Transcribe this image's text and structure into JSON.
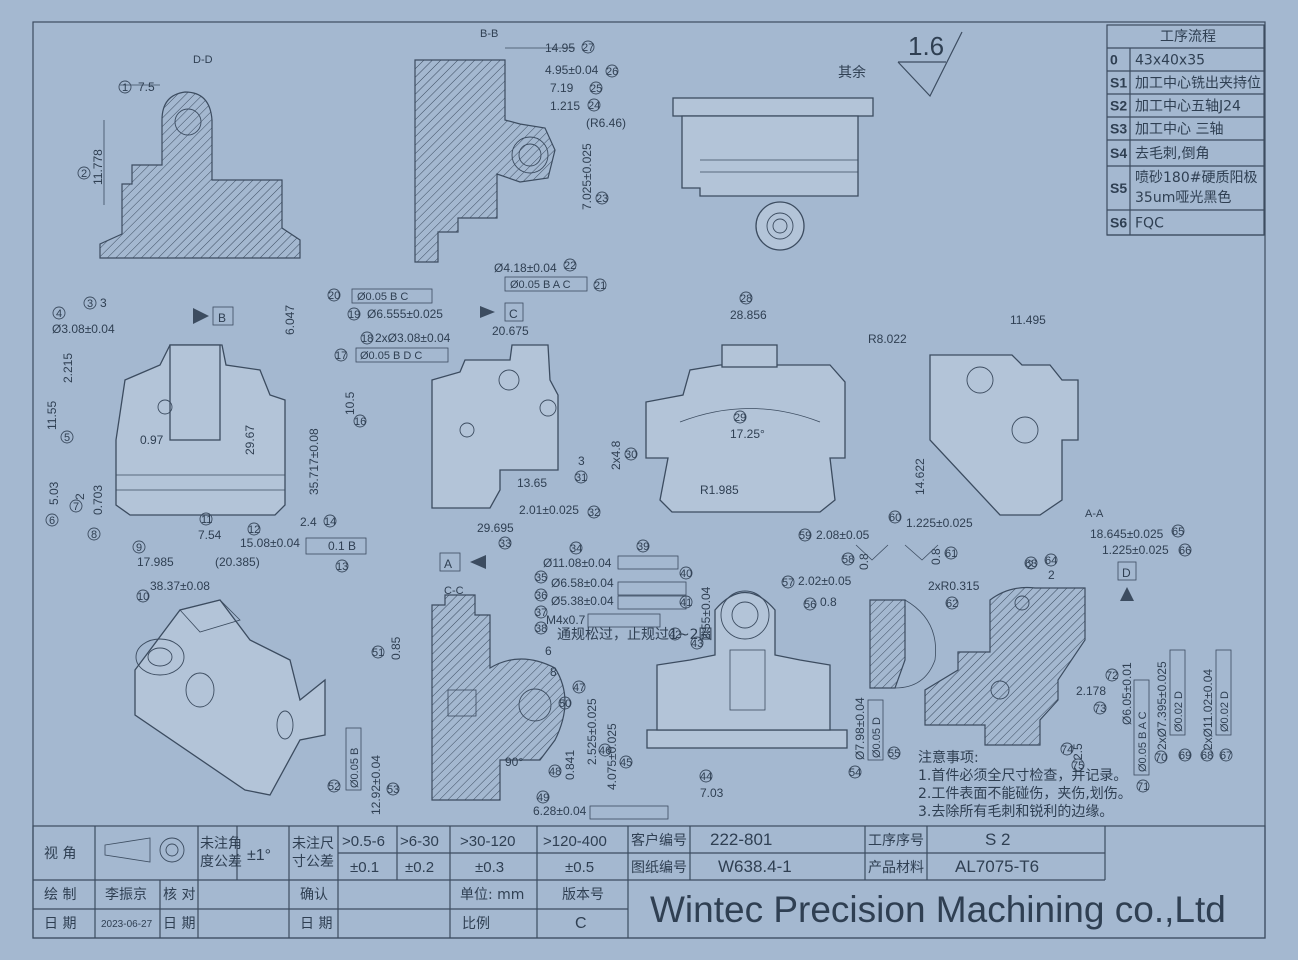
{
  "views": {
    "dd": "D-D",
    "bb": "B-B",
    "cc": "C-C",
    "aa": "A-A"
  },
  "roughness": {
    "prefix": "其余",
    "value": "1.6"
  },
  "process": {
    "title": "工序流程",
    "steps": [
      {
        "code": "0",
        "text": "43x40x35"
      },
      {
        "code": "S1",
        "text": "加工中心铣出夹持位"
      },
      {
        "code": "S2",
        "text": "加工中心五轴J24"
      },
      {
        "code": "S3",
        "text": "加工中心  三轴"
      },
      {
        "code": "S4",
        "text": "去毛刺,倒角"
      },
      {
        "code": "S5",
        "text": "喷砂180#硬质阳极",
        "text2": "35um哑光黑色"
      },
      {
        "code": "S6",
        "text": "FQC"
      }
    ]
  },
  "dims": {
    "d1": "7.5",
    "d2": "11.778",
    "d27": "14.95",
    "d26": "4.95±0.04",
    "d25": "7.19",
    "d24": "1.215",
    "r646": "(R6.46)",
    "d23": "7.025±0.025",
    "d22": "Ø4.18±0.04",
    "d21": "Ø0.05 B A C",
    "d20": "Ø0.05 B C",
    "d19": "Ø6.555±0.025",
    "d3": "3",
    "d4": "Ø3.08±0.04",
    "d6047": "6.047",
    "d2215": "2.215",
    "d1155": "11.55",
    "d097": "0.97",
    "d2967": "29.67",
    "d35717": "35.717±0.08",
    "d503": "5.03",
    "d2v": "2",
    "d0703": "0.703",
    "d754": "7.54",
    "d24b": "2.4",
    "d1508": "15.08±0.04",
    "d01b": "0.1 B",
    "d17985": "17.985",
    "d20385": "(20.385)",
    "d3837": "38.37±0.08",
    "d18": "2xØ3.08±0.04",
    "d17": "Ø0.05 B D C",
    "d20675": "20.675",
    "d105": "10.5",
    "d1365": "13.65",
    "d2x48": "2x4.8",
    "d201": "2.01±0.025",
    "d29695": "29.695",
    "d28856": "28.856",
    "d1725": "17.25°",
    "r1985": "R1.985",
    "r8022": "R8.022",
    "d11495": "11.495",
    "d14622": "14.622",
    "d208": "2.08±0.05",
    "d1225a": "1.225±0.025",
    "d08a": "0.8",
    "d08b": "0.8",
    "d202": "2.02±0.05",
    "d2xr": "2xR0.315",
    "d08c": "0.8",
    "d18645": "18.645±0.025",
    "d1225b": "1.225±0.025",
    "d2a": "2",
    "d2b": "2",
    "d2178": "2.178",
    "d25v": "2.5",
    "d605": "Ø6.05±0.01",
    "d005bac": "Ø0.05 B A C",
    "d7395": "2xØ7.395±0.025",
    "d002d": "Ø0.02 D",
    "d1102": "2xØ11.02±0.04",
    "d002d2": "Ø0.02 D",
    "d1108": "Ø11.08±0.04",
    "d658": "Ø6.58±0.04",
    "d538": "Ø5.38±0.04",
    "dm4": "M4x0.7",
    "dm4note": "通规松过，止规过1~2圈",
    "d085": "0.85",
    "d6": "6",
    "d8": "8",
    "d2525": "2.525±0.025",
    "d4075": "4.075±0.025",
    "d90": "90°",
    "d0841": "0.841",
    "d628": "6.28±0.04",
    "d1292": "12.92±0.04",
    "d005b": "Ø0.05 B",
    "d255": "2.55±0.04",
    "d703": "7.03",
    "d798": "Ø7.98±0.04",
    "d005d": "Ø0.05 D"
  },
  "notes": {
    "title": "注意事项:",
    "items": [
      "1.首件必须全尺寸检查，并记录。",
      "2.工件表面不能碰伤，夹伤,划伤。",
      "3.去除所有毛刺和锐利的边缘。"
    ]
  },
  "titleblock": {
    "view_angle": "视  角",
    "angle_tol_label": "未注角\n度公差",
    "angle_tol_value": "±1°",
    "size_tol_label": "未注尺\n寸公差",
    "ranges": [
      ">0.5-6",
      ">6-30",
      ">30-120",
      ">120-400"
    ],
    "tols": [
      "±0.1",
      "±0.2",
      "±0.3",
      "±0.5"
    ],
    "customer_no_label": "客户编号",
    "customer_no": "222-801",
    "drawing_no_label": "图纸编号",
    "drawing_no": "W638.4-1",
    "process_no_label": "工序序号",
    "process_no": "S 2",
    "material_label": "产品材料",
    "material": "AL7075-T6",
    "drawn_label": "绘  制",
    "drawn_by": "李振京",
    "check_label": "核  对",
    "confirm_label": "确认",
    "unit": "单位: mm",
    "version_label": "版本号",
    "date_label": "日  期",
    "date": "2023-06-27",
    "date_label2": "日  期",
    "date_label3": "日  期",
    "scale_label": "比例",
    "version": "C",
    "company": "Wintec Precision Machining co.,Ltd"
  },
  "colors": {
    "background": "#a4b8d0",
    "line": "#3c4c60"
  }
}
